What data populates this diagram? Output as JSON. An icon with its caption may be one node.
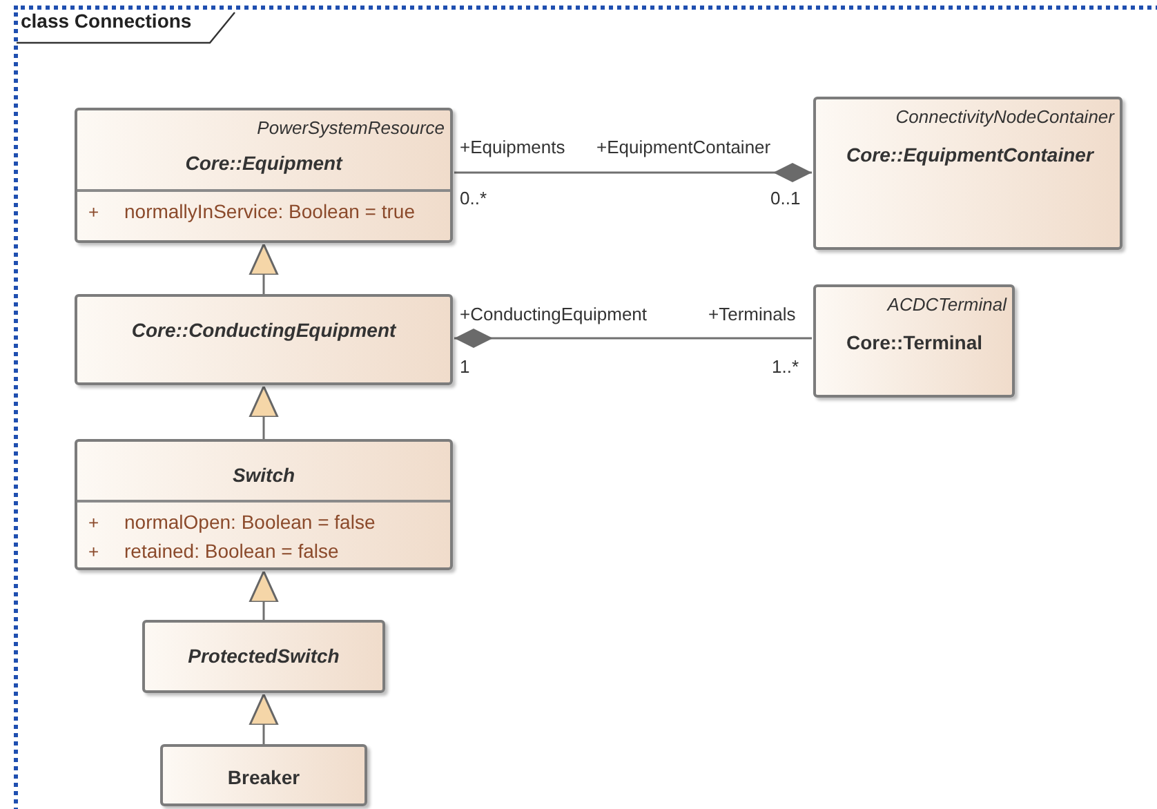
{
  "diagram": {
    "title": "class Connections",
    "nodes": [
      {
        "text": [
          "PowerSystemResource",
          "Core::Equipment",
          "+",
          "normallyInService: Boolean = true"
        ]
      },
      {
        "text": [
          "ConnectivityNodeContainer",
          "Core::EquipmentContainer"
        ]
      },
      {
        "text": [
          "Core::ConductingEquipment"
        ]
      },
      {
        "text": [
          "ACDCTerminal",
          "Core::Terminal"
        ]
      },
      {
        "text": [
          "Switch",
          "+",
          "normalOpen: Boolean = false",
          "+",
          "retained: Boolean = false"
        ]
      },
      {
        "text": [
          "ProtectedSwitch"
        ]
      },
      {
        "text": [
          "Breaker"
        ]
      }
    ],
    "edges": [
      {
        "from": 2,
        "to": 0,
        "arrow": "to"
      },
      {
        "from": 0,
        "to": 1,
        "arrow": "other"
      },
      {
        "from": 3,
        "to": 2,
        "arrow": "other"
      },
      {
        "from": 4,
        "to": 2,
        "arrow": "to"
      },
      {
        "from": 5,
        "to": 4,
        "arrow": "to"
      },
      {
        "from": 6,
        "to": 5,
        "arrow": "to"
      }
    ],
    "labels": [
      "+Equipments",
      "+EquipmentContainer",
      "0..*",
      "0..1",
      "+ConductingEquipment",
      "+Terminals",
      "1",
      "1..*"
    ]
  }
}
